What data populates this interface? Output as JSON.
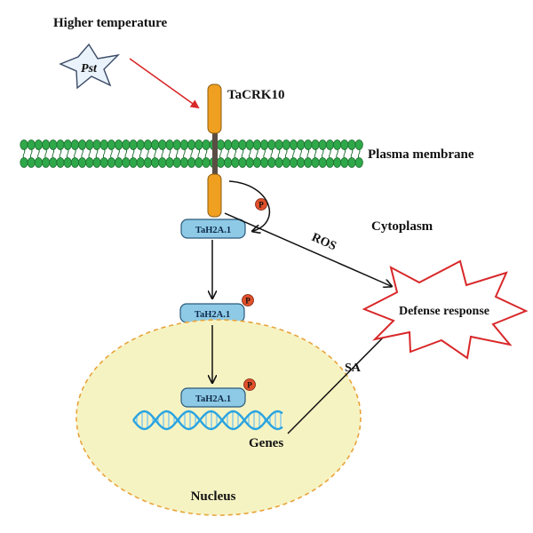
{
  "labels": {
    "higher_temperature": "Higher temperature",
    "pst": "Pst",
    "receptor": "TaCRK10",
    "membrane": "Plasma membrane",
    "cytoplasm": "Cytoplasm",
    "ros": "ROS",
    "defense": "Defense response",
    "sa": "SA",
    "genes": "Genes",
    "nucleus": "Nucleus",
    "protein": "TaH2A.1",
    "phospho": "P"
  },
  "colors": {
    "membrane_green": "#2fa84a",
    "receptor_orange": "#f0a020",
    "protein_blue": "#8ecae6",
    "nucleus_fill": "#f6f3c3",
    "nucleus_border": "#e8a33a",
    "phospho_red": "#e0502a",
    "defense_star_border": "#d8282a",
    "signal_arrow_red": "#d8282a",
    "dna_blue": "#2aa3e0"
  }
}
